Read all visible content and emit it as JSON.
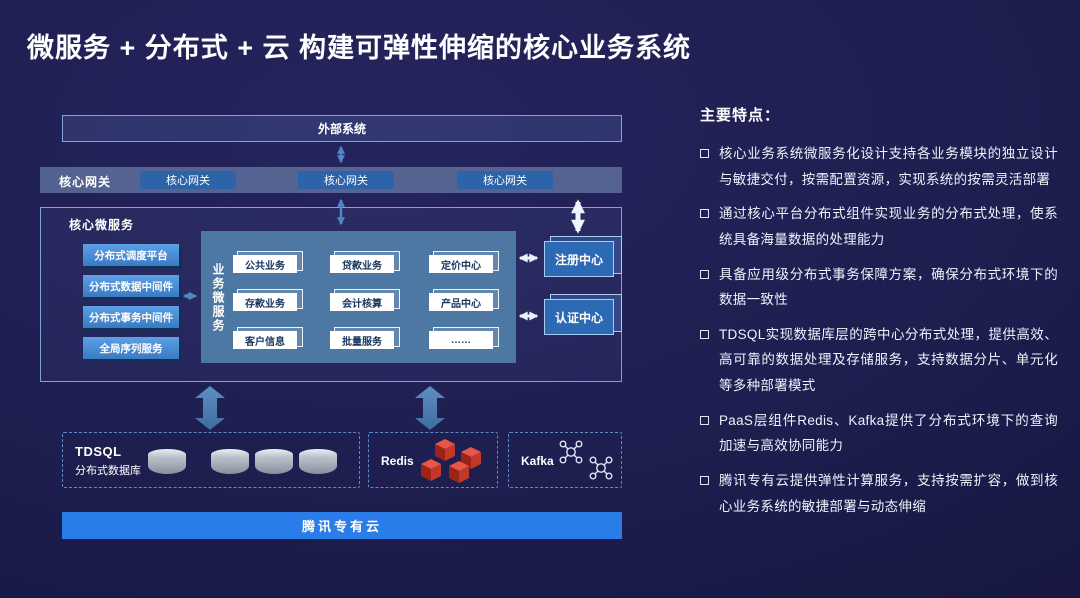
{
  "title": "微服务 + 分布式 + 云 构建可弹性伸缩的核心业务系统",
  "diagram": {
    "external_system": "外部系统",
    "gateway": {
      "label": "核心网关",
      "items": [
        "核心网关",
        "核心网关",
        "核心网关"
      ]
    },
    "core": {
      "label": "核心微服务",
      "middleware": [
        "分布式调度平台",
        "分布式数据中间件",
        "分布式事务中间件",
        "全局序列服务"
      ],
      "business_label": "业务微服务",
      "business": [
        "公共业务",
        "贷款业务",
        "定价中心",
        "存款业务",
        "会计核算",
        "产品中心",
        "客户信息",
        "批量服务",
        "……"
      ],
      "registry": "注册中心",
      "auth": "认证中心"
    },
    "data_layer": {
      "tdsql_name": "TDSQL",
      "tdsql_desc": "分布式数据库",
      "redis_name": "Redis",
      "kafka_name": "Kafka"
    },
    "cloud_bar": "腾讯专有云"
  },
  "features": {
    "heading": "主要特点：",
    "items": [
      "核心业务系统微服务化设计支持各业务模块的独立设计与敏捷交付，按需配置资源，实现系统的按需灵活部署",
      "通过核心平台分布式组件实现业务的分布式处理，使系统具备海量数据的处理能力",
      "具备应用级分布式事务保障方案，确保分布式环境下的数据一致性",
      "TDSQL实现数据库层的跨中心分布式处理，提供高效、高可靠的数据处理及存储服务，支持数据分片、单元化等多种部署模式",
      "PaaS层组件Redis、Kafka提供了分布式环境下的查询加速与高效协同能力",
      "腾讯专有云提供弹性计算服务，支持按需扩容，做到核心业务系统的敏捷部署与动态伸缩"
    ]
  },
  "colors": {
    "background": "#1c1c4c",
    "accent_blue": "#2a7ce8",
    "steel_blue": "#4e78a4",
    "arrow_blue": "#4e86c6",
    "redis_red": "#d93a2b"
  }
}
